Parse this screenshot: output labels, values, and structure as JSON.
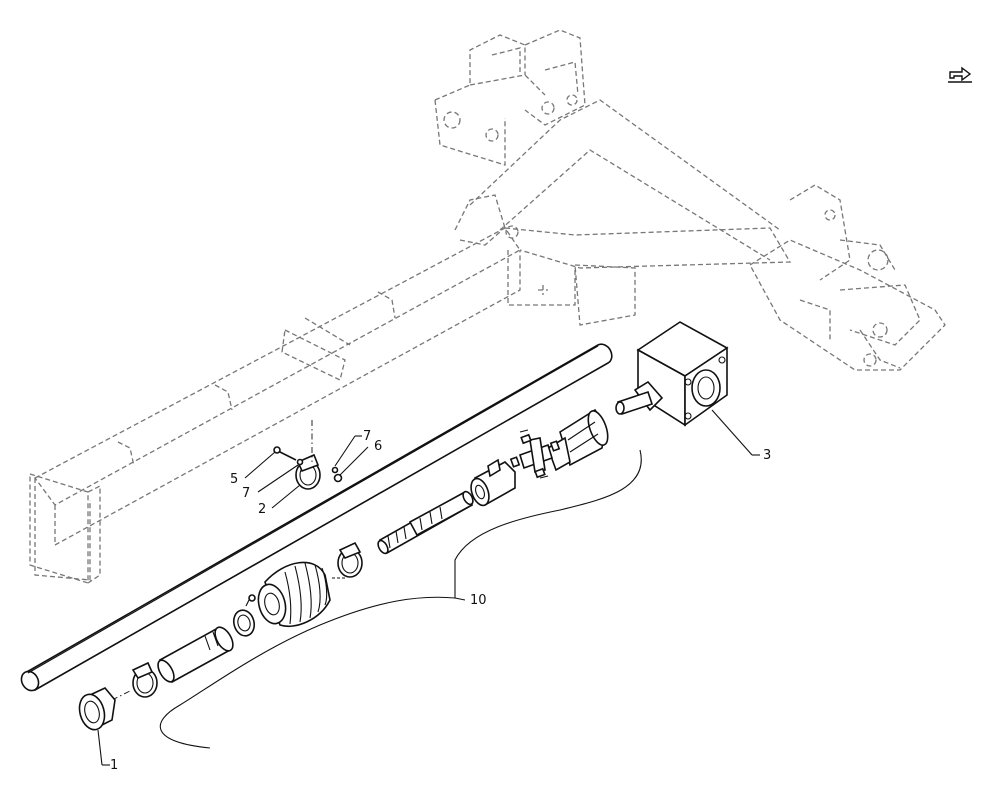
{
  "callouts": {
    "c1": "1",
    "c2": "2",
    "c3": "3",
    "c5": "5",
    "c6": "6",
    "c7a": "7",
    "c7b": "7",
    "c10": "10"
  },
  "icons": {
    "next_page": "next-page-icon"
  }
}
